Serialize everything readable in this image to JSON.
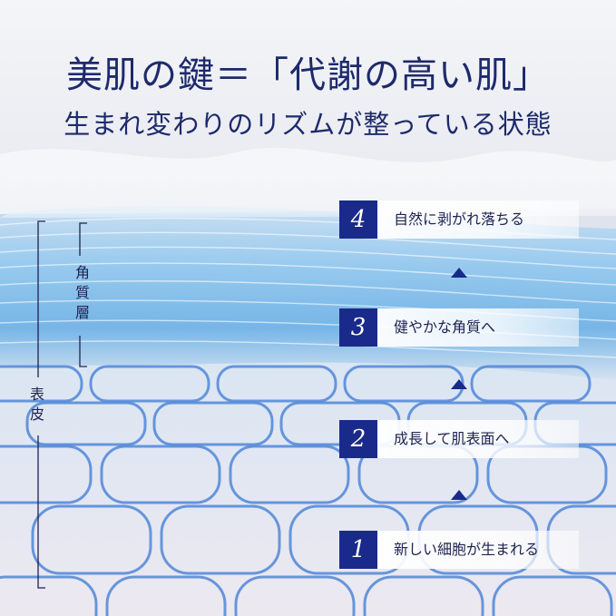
{
  "title": "美肌の鍵＝「代謝の高い肌」",
  "subtitle": "生まれ変わりのリズムが整っている状態",
  "labels": {
    "stratum_corneum": [
      "角",
      "質",
      "層"
    ],
    "epidermis": [
      "表",
      "皮"
    ]
  },
  "steps": [
    {
      "number": "4",
      "label": "自然に剥がれ落ちる"
    },
    {
      "number": "3",
      "label": "健やかな角質へ"
    },
    {
      "number": "2",
      "label": "成長して肌表面へ"
    },
    {
      "number": "1",
      "label": "新しい細胞が生まれる"
    }
  ],
  "colors": {
    "title": "#1e2a6b",
    "badge": "#1a2a8a",
    "arrow": "#1a2a8a",
    "bracket": "#1d2350",
    "cell_outline": "#4f86d8",
    "layer_blue": "#6ab0e6"
  }
}
